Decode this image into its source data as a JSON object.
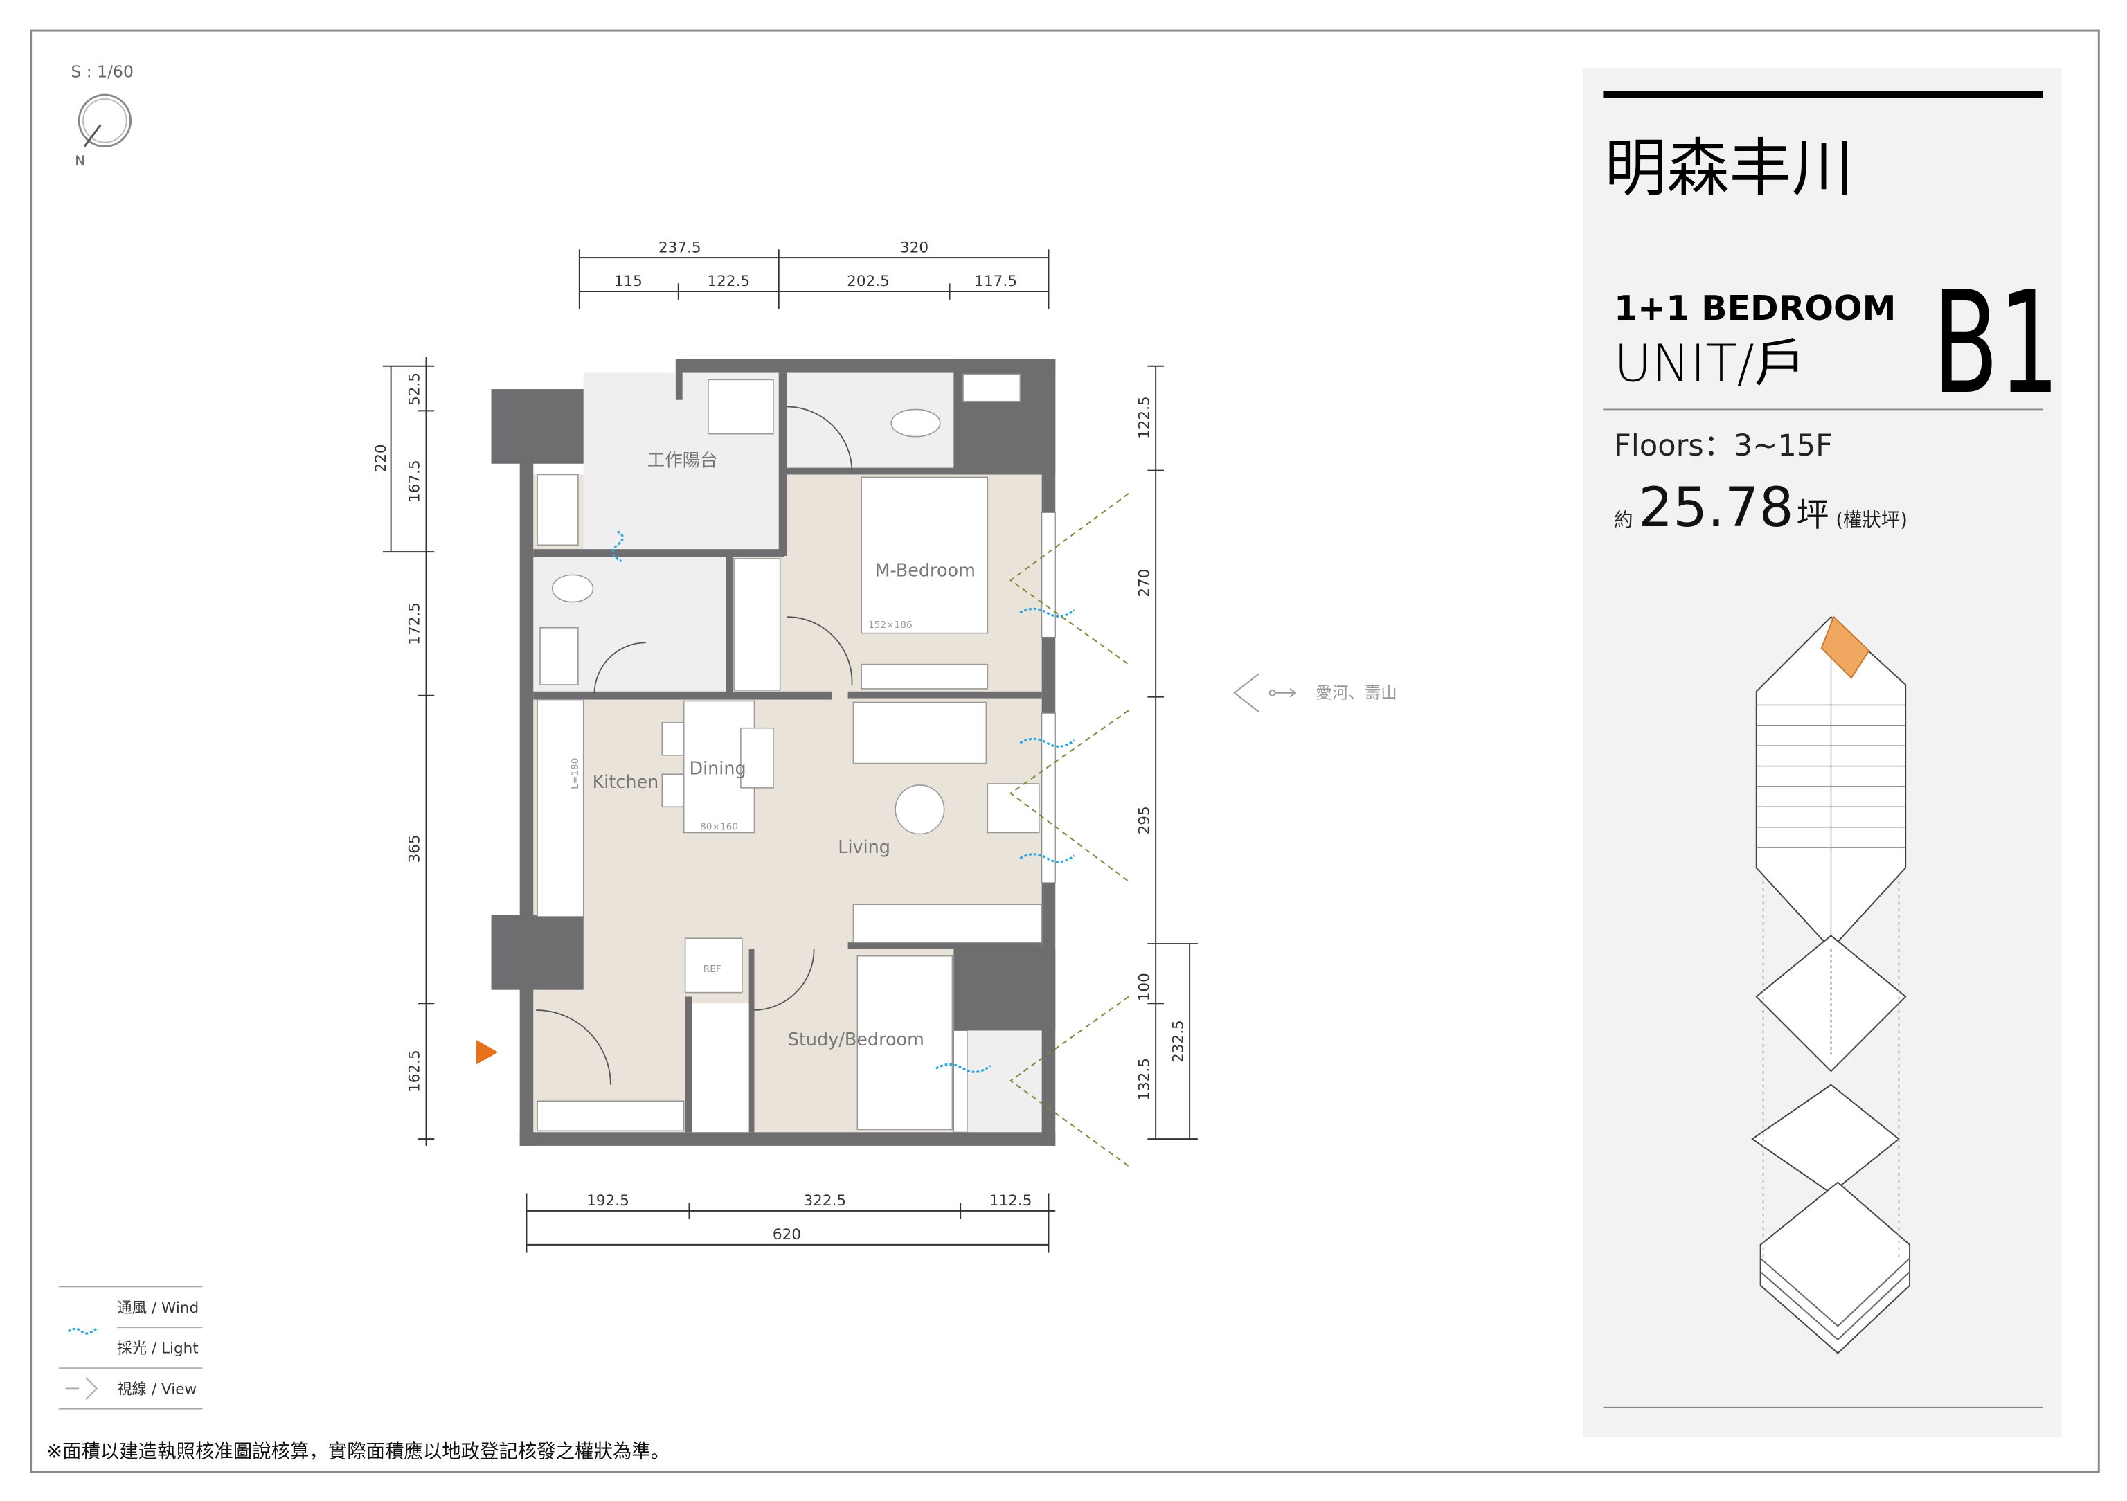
{
  "scale": "S : 1/60",
  "north": "N",
  "project": {
    "title": "明森丰川",
    "bedroom_type": "1+1  BEDROOM",
    "unit_label": "UNIT/戶",
    "unit_code": "B1",
    "floors": "Floors：3~15F",
    "area_prefix": "約",
    "area_value": "25.78",
    "area_unit": "坪",
    "area_note": "(權狀坪)",
    "highlight_color": "#f0a860"
  },
  "view_direction": "愛河、壽山",
  "rooms": {
    "balcony": "工作陽台",
    "master_bedroom": "M-Bedroom",
    "bed_size": "152×186",
    "kitchen": "Kitchen",
    "dining": "Dining",
    "table_size": "80×160",
    "counter_length": "L=180",
    "living": "Living",
    "ref": "REF",
    "study": "Study/Bedroom"
  },
  "dimensions": {
    "top_outer": [
      "237.5",
      "320"
    ],
    "top_inner": [
      "115",
      "122.5",
      "202.5",
      "117.5"
    ],
    "left_outer": [
      "220"
    ],
    "left_inner": [
      "52.5",
      "167.5",
      "172.5",
      "365",
      "162.5"
    ],
    "right_inner": [
      "122.5",
      "270",
      "295",
      "100",
      "132.5"
    ],
    "right_outer": [
      "232.5"
    ],
    "bottom_inner": [
      "192.5",
      "322.5",
      "112.5"
    ],
    "bottom_total": "620"
  },
  "legend": {
    "wind": "通風 / Wind",
    "light": "採光 / Light",
    "view": "視線 / View"
  },
  "footnote": "※面積以建造執照核准圖說核算，實際面積應以地政登記核發之權狀為準。",
  "colors": {
    "wall": "#6e6e70",
    "floor": "#e9e3da",
    "wind": "#2aa7e0",
    "entry": "#e8701a",
    "view": "#7a8a3a"
  }
}
